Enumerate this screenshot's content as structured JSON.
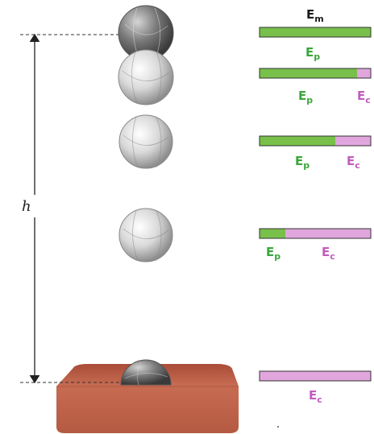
{
  "height_label": "h",
  "legend": {
    "mechanical": "E",
    "mechanical_sub": "m",
    "potential": "E",
    "potential_sub": "p",
    "kinetic": "E",
    "kinetic_sub": "c"
  },
  "energy_bars": [
    {
      "stage": "top",
      "potential_fraction": 1.0,
      "labels": [
        "Em",
        "Ep"
      ]
    },
    {
      "stage": "just released",
      "potential_fraction": 0.88,
      "labels": [
        "Ep",
        "Ec"
      ]
    },
    {
      "stage": "upper middle",
      "potential_fraction": 0.68,
      "labels": [
        "Ep",
        "Ec"
      ]
    },
    {
      "stage": "lower middle",
      "potential_fraction": 0.23,
      "labels": [
        "Ep",
        "Ec"
      ]
    },
    {
      "stage": "ground",
      "potential_fraction": 0.0,
      "labels": [
        "Ec"
      ]
    }
  ],
  "colors": {
    "potential": "#78c04a",
    "kinetic": "#e0a6dd",
    "potential_text": "#3aa63a",
    "kinetic_text": "#c35bbf",
    "ground": "#c0624a"
  }
}
